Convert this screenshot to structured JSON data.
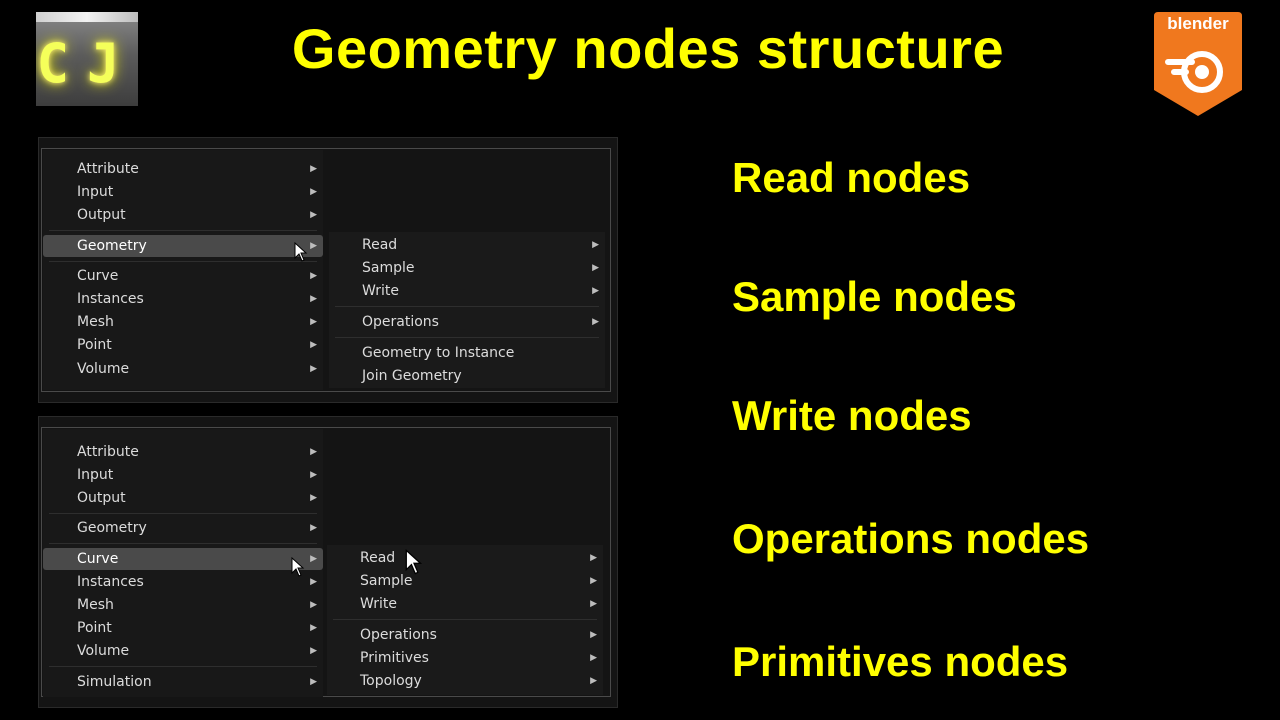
{
  "header": {
    "title": "Geometry nodes structure",
    "channel_logo_letters": "CJ",
    "blender_wordmark": "blender"
  },
  "menu_top": {
    "left_items": [
      {
        "label": "Attribute",
        "submenu": true
      },
      {
        "label": "Input",
        "submenu": true
      },
      {
        "label": "Output",
        "submenu": true
      },
      {
        "label": "Geometry",
        "submenu": true,
        "highlighted": true
      },
      {
        "label": "Curve",
        "submenu": true
      },
      {
        "label": "Instances",
        "submenu": true
      },
      {
        "label": "Mesh",
        "submenu": true
      },
      {
        "label": "Point",
        "submenu": true
      },
      {
        "label": "Volume",
        "submenu": true
      }
    ],
    "right_items": [
      {
        "label": "Read",
        "submenu": true
      },
      {
        "label": "Sample",
        "submenu": true
      },
      {
        "label": "Write",
        "submenu": true
      },
      {
        "label": "Operations",
        "submenu": true
      },
      {
        "label": "Geometry to Instance",
        "submenu": false
      },
      {
        "label": "Join Geometry",
        "submenu": false
      }
    ]
  },
  "menu_bottom": {
    "left_items": [
      {
        "label": "Attribute",
        "submenu": true
      },
      {
        "label": "Input",
        "submenu": true
      },
      {
        "label": "Output",
        "submenu": true
      },
      {
        "label": "Geometry",
        "submenu": true
      },
      {
        "label": "Curve",
        "submenu": true,
        "highlighted": true
      },
      {
        "label": "Instances",
        "submenu": true
      },
      {
        "label": "Mesh",
        "submenu": true
      },
      {
        "label": "Point",
        "submenu": true
      },
      {
        "label": "Volume",
        "submenu": true
      },
      {
        "label": "Simulation",
        "submenu": true
      }
    ],
    "right_items": [
      {
        "label": "Read",
        "submenu": true
      },
      {
        "label": "Sample",
        "submenu": true
      },
      {
        "label": "Write",
        "submenu": true
      },
      {
        "label": "Operations",
        "submenu": true
      },
      {
        "label": "Primitives",
        "submenu": true
      },
      {
        "label": "Topology",
        "submenu": true
      }
    ]
  },
  "node_categories": [
    "Read nodes",
    "Sample nodes",
    "Write nodes",
    "Operations nodes",
    "Primitives nodes"
  ],
  "colors": {
    "title": "#ffff00",
    "blender_orange": "#f0781e",
    "menu_bg": "#181818",
    "highlight": "#4a4a4a"
  },
  "icons": {
    "submenu": "triangle-right-icon",
    "cursor": "mouse-pointer-icon"
  }
}
